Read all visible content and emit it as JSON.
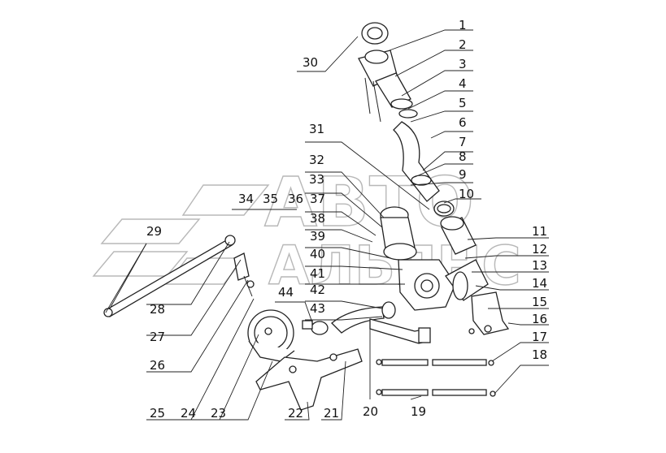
{
  "watermark": {
    "line1": "АВТО",
    "line2": "АЛЬЯНС"
  },
  "callouts": [
    "1",
    "2",
    "3",
    "4",
    "5",
    "6",
    "7",
    "8",
    "9",
    "10",
    "11",
    "12",
    "13",
    "14",
    "15",
    "16",
    "17",
    "18",
    "19",
    "20",
    "21",
    "22",
    "23",
    "24",
    "25",
    "26",
    "27",
    "28",
    "29",
    "30",
    "31",
    "32",
    "33",
    "34",
    "35",
    "36",
    "37",
    "38",
    "39",
    "40",
    "41",
    "42",
    "43",
    "44"
  ],
  "colors": {
    "ink": "#222222",
    "watermark": "#b8b8b8",
    "background": "#ffffff"
  }
}
